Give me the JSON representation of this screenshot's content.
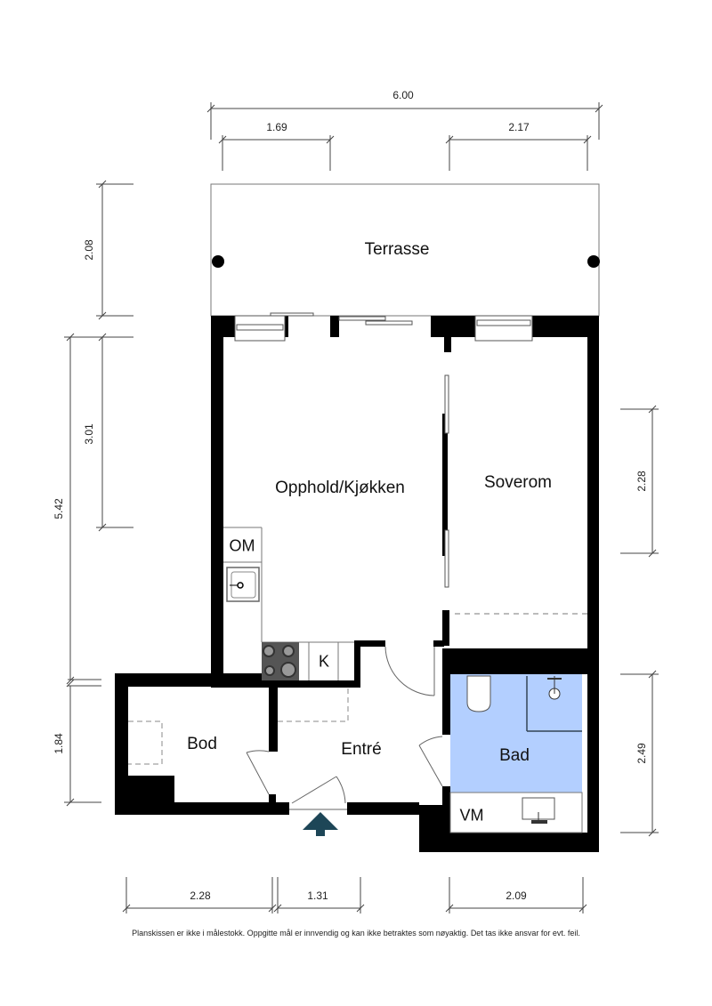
{
  "plan": {
    "rooms": [
      {
        "id": "terrasse",
        "label": "Terrasse"
      },
      {
        "id": "opphold",
        "label": "Opphold/Kjøkken"
      },
      {
        "id": "soverom",
        "label": "Soverom"
      },
      {
        "id": "bod",
        "label": "Bod"
      },
      {
        "id": "entre",
        "label": "Entré"
      },
      {
        "id": "bad",
        "label": "Bad"
      }
    ],
    "fixtures": {
      "om": "OM",
      "k": "K",
      "vm": "VM"
    },
    "colors": {
      "wall": "#000000",
      "bathroom_fill": "#b3cfff",
      "entry_arrow": "#1d4657",
      "stove": "#555555"
    }
  },
  "dimensions": {
    "top_total": "6.00",
    "top_left": "1.69",
    "top_right": "2.17",
    "left_terrace": "2.08",
    "left_total": "5.42",
    "left_living": "3.01",
    "left_bod": "1.84",
    "right_soverom": "2.28",
    "right_bad": "2.49",
    "bottom_bod": "2.28",
    "bottom_entre": "1.31",
    "bottom_bad": "2.09"
  },
  "footer": {
    "disclaimer": "Planskissen er ikke i målestokk. Oppgitte mål er innvendig og kan ikke betraktes som nøyaktig. Det tas ikke ansvar for evt. feil."
  }
}
